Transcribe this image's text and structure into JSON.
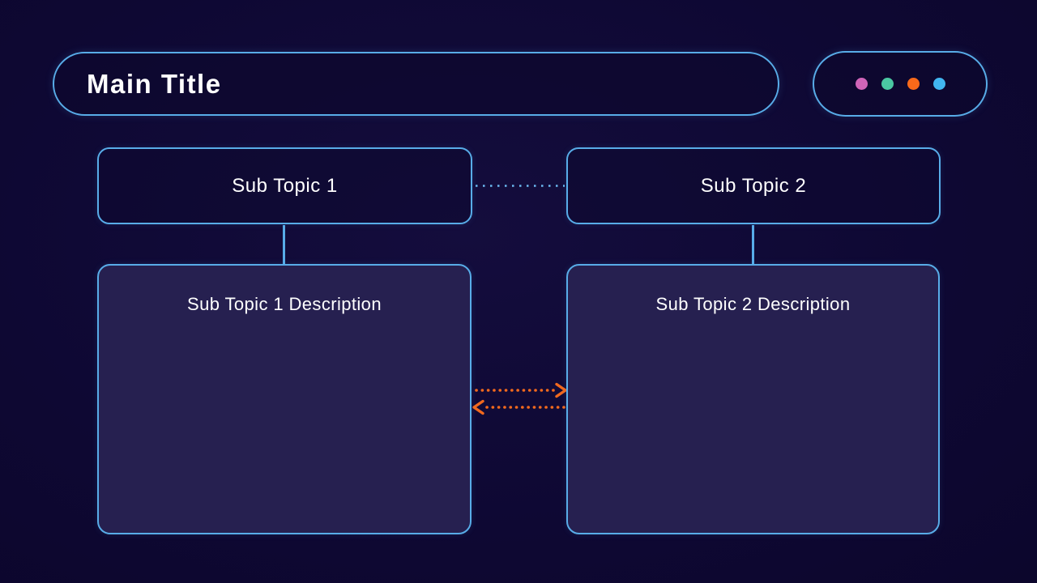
{
  "header": {
    "title": "Main Title",
    "legend_dots": [
      {
        "name": "dot-pink",
        "color": "#cf64b8"
      },
      {
        "name": "dot-green",
        "color": "#4ac7a2"
      },
      {
        "name": "dot-orange",
        "color": "#f8691a"
      },
      {
        "name": "dot-blue",
        "color": "#41b6f0"
      }
    ]
  },
  "diagram": {
    "topics": [
      {
        "label": "Sub Topic 1",
        "description": "Sub Topic 1 Description"
      },
      {
        "label": "Sub Topic 2",
        "description": "Sub Topic 2 Description"
      }
    ]
  },
  "colors": {
    "background": "#0e0833",
    "box_border": "#58ace8",
    "description_fill": "#262050",
    "connector_blue": "#6ab8f0",
    "connector_solid_blue": "#58ace8",
    "connector_orange": "#f2691d"
  }
}
